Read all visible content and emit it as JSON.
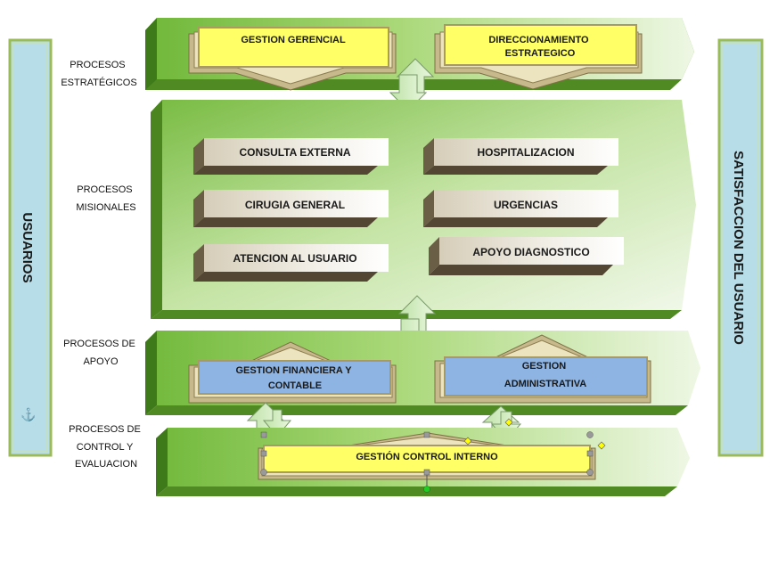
{
  "sides": {
    "left": "USUARIOS",
    "right": "SATISFACCION DEL USUARIO"
  },
  "rows": {
    "estrategicos": [
      "PROCESOS",
      "ESTRATÉGICOS"
    ],
    "misionales": [
      "PROCESOS",
      "MISIONALES"
    ],
    "apoyo": [
      "PROCESOS DE",
      "APOYO"
    ],
    "control": [
      "PROCESOS DE",
      "CONTROL Y",
      "EVALUACION"
    ]
  },
  "boxes": {
    "gestion_gerencial": [
      "GESTION GERENCIAL"
    ],
    "direccionamiento": [
      "DIRECCIONAMIENTO",
      "ESTRATEGICO"
    ],
    "consulta_externa": "CONSULTA EXTERNA",
    "hospitalizacion": "HOSPITALIZACION",
    "cirugia_general": "CIRUGIA GENERAL",
    "urgencias": "URGENCIAS",
    "atencion_usuario": "ATENCION AL USUARIO",
    "apoyo_diagnostico": "APOYO DIAGNOSTICO",
    "gestion_financiera": [
      "GESTION FINANCIERA Y",
      "CONTABLE"
    ],
    "gestion_administrativa": [
      "GESTION",
      "ADMINISTRATIVA"
    ],
    "gestion_control": [
      "GESTIÓN CONTROL INTERNO"
    ]
  },
  "icons": {
    "anchor": "anchor-icon"
  },
  "colors": {
    "green_dark": "#6fb63a",
    "green_light": "#e6f3d6",
    "yellow": "#ffff66",
    "blue": "#8eb4e3",
    "side_panel": "#b7dde8",
    "side_border": "#9bbb59"
  }
}
